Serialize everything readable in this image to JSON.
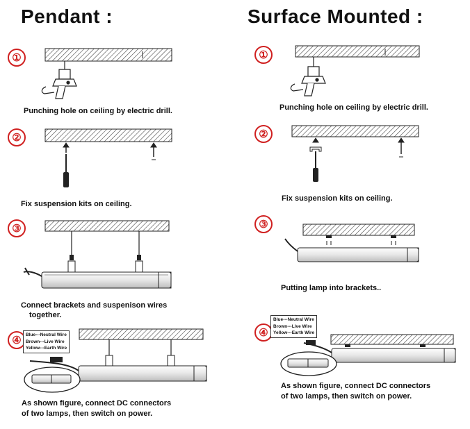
{
  "titles": {
    "pendant": "Pendant :",
    "surface": "Surface Mounted :"
  },
  "step_numbers": [
    "①",
    "②",
    "③",
    "④"
  ],
  "pendant": {
    "step1": "Punching hole on ceiling by electric drill.",
    "step2": "Fix suspension kits on ceiling.",
    "step3_line1": "Connect brackets and suspenison wires",
    "step3_line2": "together.",
    "step4_line1": "As shown figure, connect DC connectors",
    "step4_line2": "of two lamps, then switch on power."
  },
  "surface": {
    "step1": "Punching hole on ceiling by electric drill.",
    "step2": "Fix suspension kits on ceiling.",
    "step3": "Putting lamp into brackets..",
    "step4_line1": "As shown figure, connect DC connectors",
    "step4_line2": "of two lamps, then switch on power."
  },
  "wire_legend": [
    "Blue---Neutral Wire",
    "Brown---Live Wire",
    "Yellow---Earth Wire"
  ],
  "colors": {
    "step_number": "#d02020",
    "line": "#222222"
  }
}
